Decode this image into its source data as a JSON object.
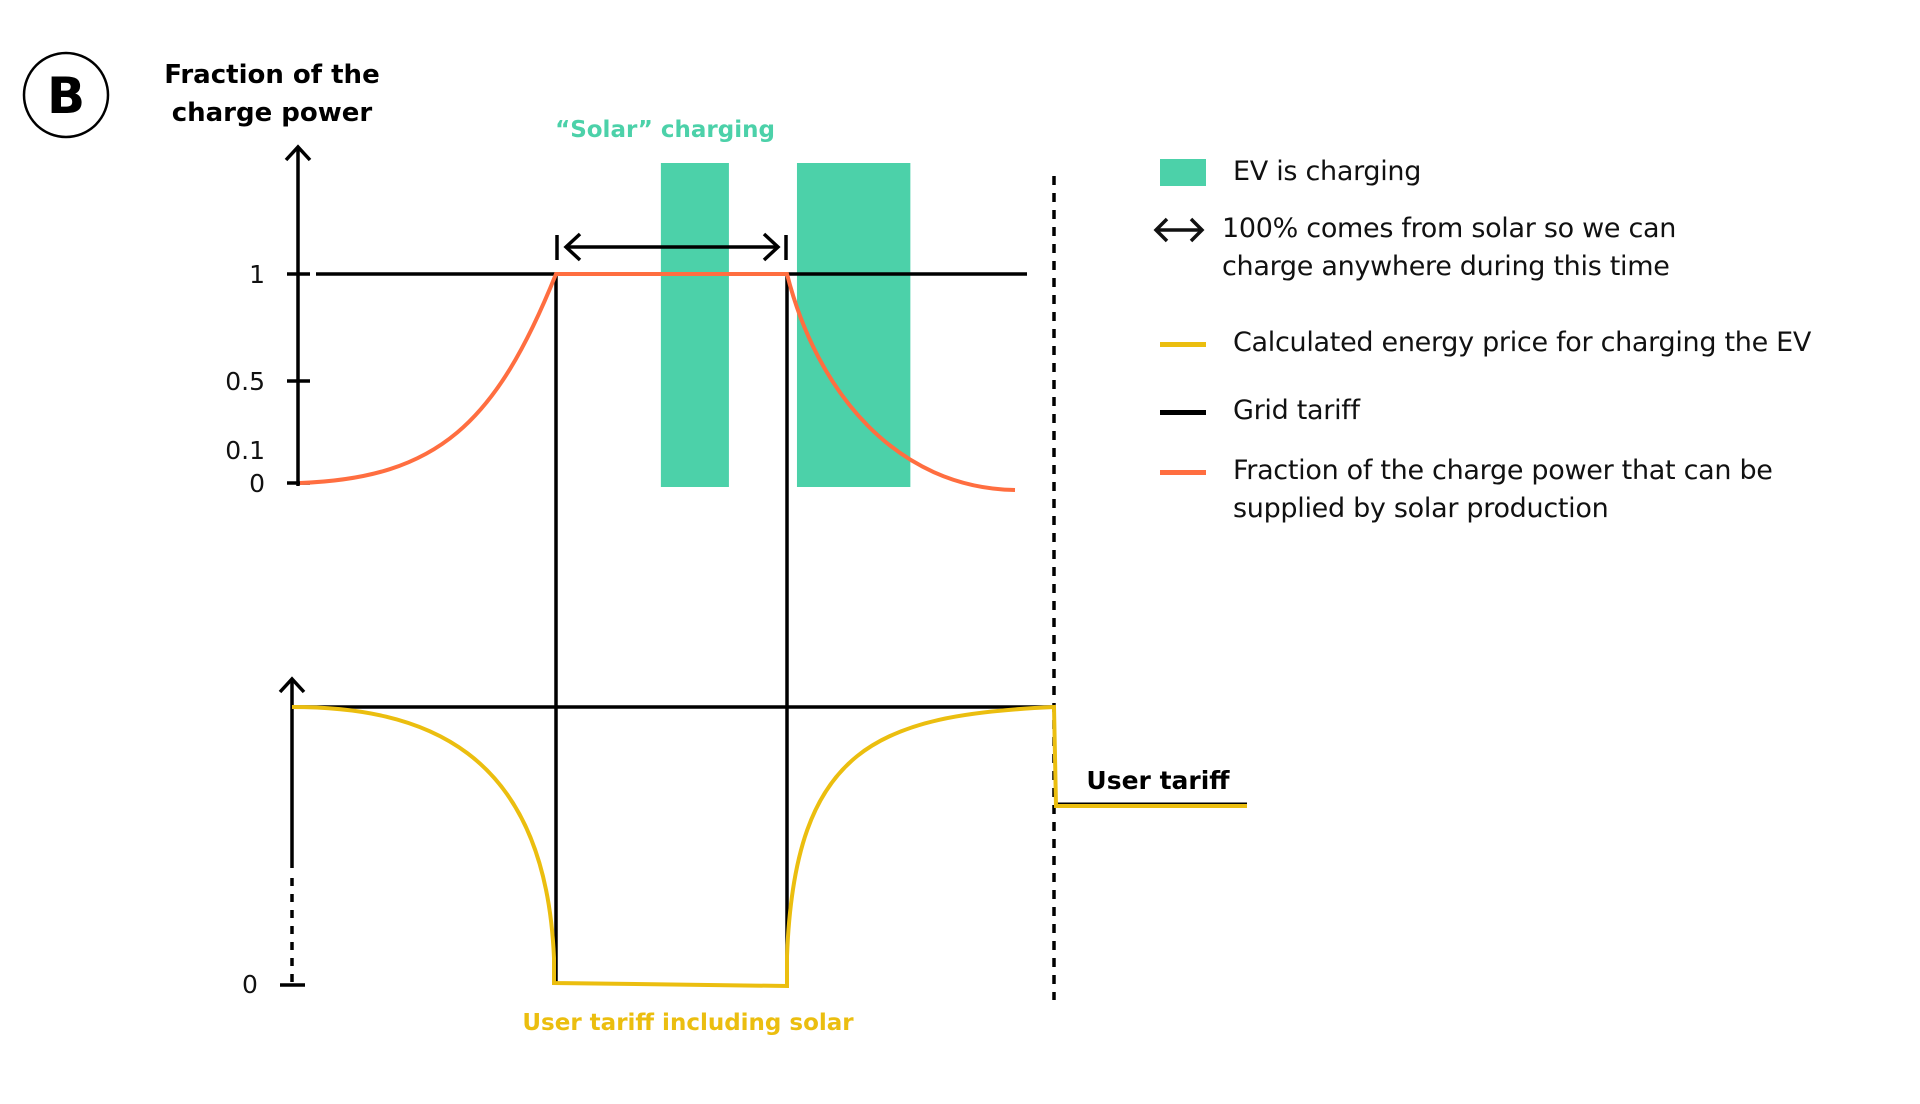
{
  "panel_label": "B",
  "chart_data": {
    "type": "line",
    "title": "",
    "panels": [
      {
        "name": "upper",
        "ylabel": "Fraction of the charge power",
        "xlabel": "",
        "ylim": [
          0,
          1
        ],
        "y_ticks": [
          {
            "value": 1,
            "label": "1",
            "tick": true
          },
          {
            "value": 0.5,
            "label": "0.5",
            "tick": true
          },
          {
            "value": 0.1,
            "label": "0.1",
            "tick": false
          },
          {
            "value": 0,
            "label": "0",
            "tick": true
          }
        ],
        "x_range": [
          0,
          1
        ],
        "x_markers": {
          "solar_start": 0.43,
          "solar_end": 0.82,
          "period_end": 1.0
        },
        "series": [
          {
            "name": "Grid tariff reference (y=1)",
            "color": "#000000",
            "points": [
              [
                0.03,
                1
              ],
              [
                1.0,
                1
              ]
            ]
          },
          {
            "name": "Fraction of the charge power that can be supplied by solar production",
            "color": "#FF6E40",
            "curve": "exp-rise / plateau / exp-decay",
            "points": [
              [
                0.0,
                0.0
              ],
              [
                0.1,
                0.05
              ],
              [
                0.2,
                0.13
              ],
              [
                0.3,
                0.3
              ],
              [
                0.38,
                0.6
              ],
              [
                0.43,
                1.0
              ],
              [
                0.82,
                1.0
              ],
              [
                0.86,
                0.6
              ],
              [
                0.92,
                0.25
              ],
              [
                1.0,
                0.03
              ],
              [
                1.05,
                0.0
              ]
            ]
          }
        ],
        "bars": {
          "name": "EV is charging",
          "color": "#4CD1A9",
          "label": "“Solar” charging",
          "intervals": [
            [
              0.48,
              0.57
            ],
            [
              0.66,
              0.81
            ]
          ]
        },
        "annotations": [
          {
            "type": "double-arrow",
            "from": 0.43,
            "to": 0.82,
            "meaning": "100% comes from solar"
          }
        ]
      },
      {
        "name": "lower",
        "ylabel": "",
        "y_ticks": [
          {
            "value": 0,
            "label": "0",
            "tick": true
          }
        ],
        "ylim": [
          0,
          1
        ],
        "series": [
          {
            "name": "Grid tariff",
            "color": "#000000",
            "points": [
              [
                0.0,
                1.0
              ],
              [
                1.0,
                1.0
              ]
            ]
          },
          {
            "name": "Calculated energy price for charging the EV",
            "color": "#EBBE0F",
            "points": [
              [
                0.0,
                1.0
              ],
              [
                0.15,
                0.95
              ],
              [
                0.3,
                0.75
              ],
              [
                0.4,
                0.45
              ],
              [
                0.43,
                0.09
              ],
              [
                0.43,
                0.0
              ],
              [
                0.82,
                -0.01
              ],
              [
                0.82,
                0.09
              ],
              [
                0.85,
                0.45
              ],
              [
                0.92,
                0.8
              ],
              [
                1.0,
                1.0
              ],
              [
                1.0,
                0.36
              ],
              [
                1.3,
                0.36
              ]
            ]
          },
          {
            "name": "User tariff",
            "color": "#000000",
            "points": [
              [
                1.0,
                0.365
              ],
              [
                1.3,
                0.365
              ]
            ]
          }
        ],
        "annotations": [
          {
            "type": "label",
            "text": "User tariff",
            "at": "right step"
          },
          {
            "type": "label",
            "text": "User tariff including solar",
            "at": "below solar window",
            "color": "#EBBE0F"
          }
        ]
      }
    ],
    "legend": {
      "position": "right",
      "entries": [
        {
          "symbol": "green-square",
          "color": "#4CD1A9",
          "label": "EV is charging"
        },
        {
          "symbol": "double-arrow",
          "color": "#111111",
          "label": "100% comes from solar so we can\ncharge anywhere during this time"
        },
        {
          "symbol": "line",
          "color": "#EBBE0F",
          "label": "Calculated energy price for charging the EV"
        },
        {
          "symbol": "line",
          "color": "#000000",
          "label": "Grid tariff"
        },
        {
          "symbol": "line",
          "color": "#FF6E40",
          "label": "Fraction of the charge power that can be\nsupplied by solar production"
        }
      ]
    }
  },
  "labels": {
    "y_title_line1": "Fraction of the",
    "y_title_line2": "charge power",
    "solar_charging": "“Solar” charging",
    "user_tariff": "User tariff",
    "user_tariff_solar": "User tariff including solar",
    "lower_zero": "0"
  },
  "colors": {
    "green": "#4CD1A9",
    "orange": "#FF6E40",
    "yellow": "#EBBE0F",
    "black": "#000000"
  }
}
